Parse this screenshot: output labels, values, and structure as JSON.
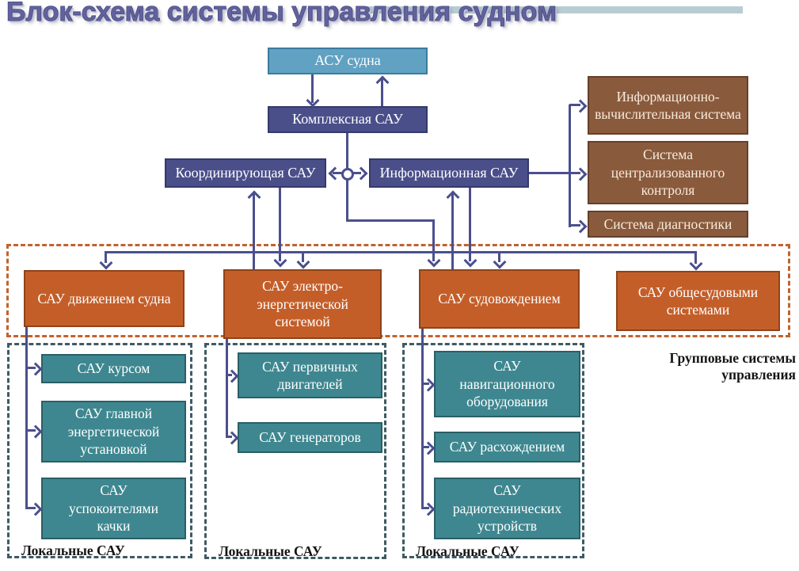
{
  "title": "Блок-схема системы управления судном",
  "top": {
    "asu": "АСУ судна",
    "kompleksnaya": "Комплексная САУ",
    "koordiniruyushchaya": "Координирующая САУ",
    "informatsionnaya": "Информационная САУ"
  },
  "info_systems": {
    "ivs": "Информационно-вычислительная система",
    "central_control": "Система централизованного контроля",
    "diagnostics": "Система диагностики"
  },
  "group_systems": {
    "label": "Групповые системы управления",
    "dvizheniem": "САУ движением судна",
    "elektro": "САУ электро-энергетической системой",
    "sudovozhdeniem": "САУ судовождением",
    "obshchesudovymi": "САУ общесудовыми системами"
  },
  "local_groups": [
    {
      "label": "Локальные САУ",
      "items": [
        "САУ курсом",
        "САУ главной энергетической установкой",
        "САУ успокоителями качки"
      ]
    },
    {
      "label": "Локальные САУ",
      "items": [
        "САУ первичных двигателей",
        "САУ генераторов"
      ]
    },
    {
      "label": "Локальные САУ",
      "items": [
        "САУ навигационного оборудования",
        "САУ расхождением",
        "САУ радиотехнических устройств"
      ]
    }
  ],
  "colors": {
    "title_text": "#62639e",
    "accent_bar": "#b6cdd3",
    "sky_blue_node": "#61a2c3",
    "navy_node": "#4a4f8a",
    "brown_node": "#8a5a3d",
    "orange_node": "#c45e29",
    "teal_node": "#3e8790",
    "connector": "#4b4f8e",
    "dashed_orange": "#c0632f",
    "dashed_teal": "#3e5a64"
  }
}
